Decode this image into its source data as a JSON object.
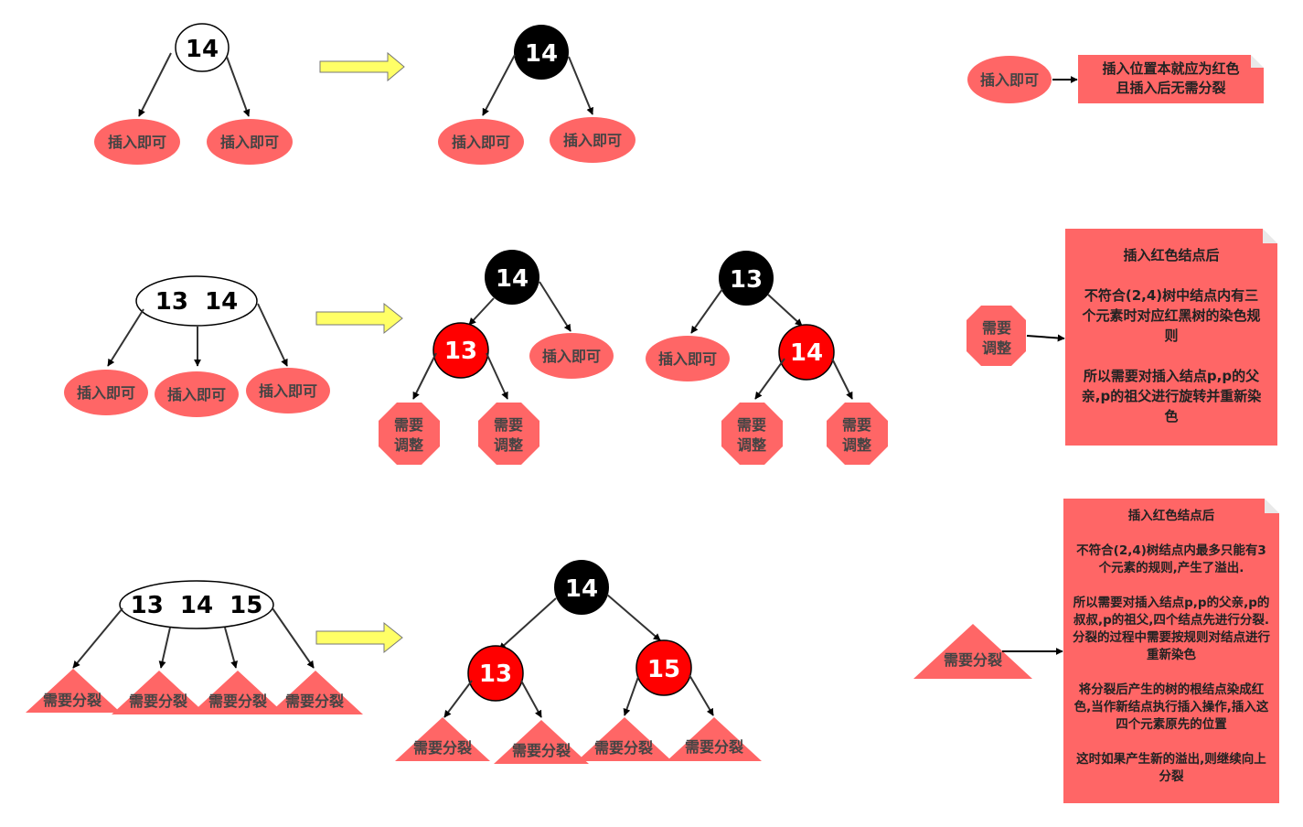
{
  "labels": {
    "insert_ok": "插入即可",
    "need_adjust": "需要调整",
    "need_split": "需要分裂"
  },
  "keys": {
    "k13": "13",
    "k14": "14",
    "k15": "15",
    "k13_14": "13  14",
    "k13_14_15": "13  14  15"
  },
  "legend": {
    "insert_ok_desc": "插入位置本就应为红色\n且插入后无需分裂",
    "adjust_desc": "插入红色结点后\n\n不符合(2,4)树中结点内有三个元素时对应红黑树的染色规则\n\n所以需要对插入结点p,p的父亲,p的祖父进行旋转并重新染色",
    "split_desc": "插入红色结点后\n\n不符合(2,4)树结点内最多只能有3个元素的规则,产生了溢出.\n\n所以需要对插入结点p,p的父亲,p的叔叔,p的祖父,四个结点先进行分裂.分裂的过程中需要按规则对结点进行重新染色\n\n将分裂后产生的树的根结点染成红色,当作新结点执行插入操作,插入这四个元素原先的位置\n\n这时如果产生新的溢出,则继续向上分裂"
  },
  "colors": {
    "red_node": "#FF0000",
    "black_node": "#000000",
    "label_fill": "#FF6666",
    "arrow_fill": "#FFFF66"
  }
}
